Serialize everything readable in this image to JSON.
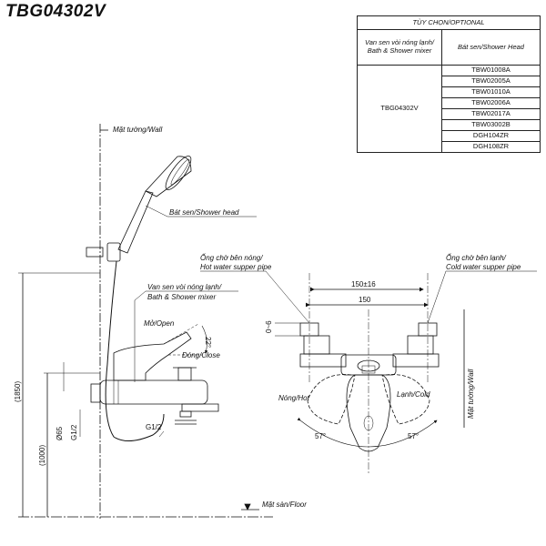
{
  "title": "TBG04302V",
  "optional": {
    "header": "TÙY CHỌN/OPTIONAL",
    "col1_title": "Van sen vòi nóng lạnh/ Bath & Shower mixer",
    "col2_title": "Bát sen/Shower Head",
    "model": "TBG04302V",
    "items": [
      "TBW01008A",
      "TBW02005A",
      "TBW01010A",
      "TBW02006A",
      "TBW02017A",
      "TBW03002B",
      "DGH104ZR",
      "DGH108ZR"
    ]
  },
  "labels": {
    "wall": "Mặt tường/Wall",
    "shower_head": "Bát sen/Shower head",
    "mixer_1": "Van sen vòi nóng lạnh/",
    "mixer_2": "Bath & Shower mixer",
    "open": "Mở/Open",
    "angle_22": "22°",
    "close": "Đóng/Close",
    "g12_a": "G1/2",
    "g12_b": "G1/2",
    "d65": "Ø65",
    "dim_1850": "(1850)",
    "dim_1000": "(1000)",
    "floor": "Mặt sàn/Floor",
    "hot_pipe_1": "Ống chờ bên nóng/",
    "hot_pipe_2": "Hot water supper pipe",
    "cold_pipe_1": "Ống chờ bên lạnh/",
    "cold_pipe_2": "Cold water supper pipe",
    "dim_150_16": "150±16",
    "dim_150": "150",
    "dim_0_6": "0~6",
    "hot": "Nóng/Hot",
    "cold": "Lạnh/Cold",
    "angle_57_l": "57°",
    "angle_57_r": "57°",
    "wall_vertical": "Mặt tường/Wall"
  }
}
